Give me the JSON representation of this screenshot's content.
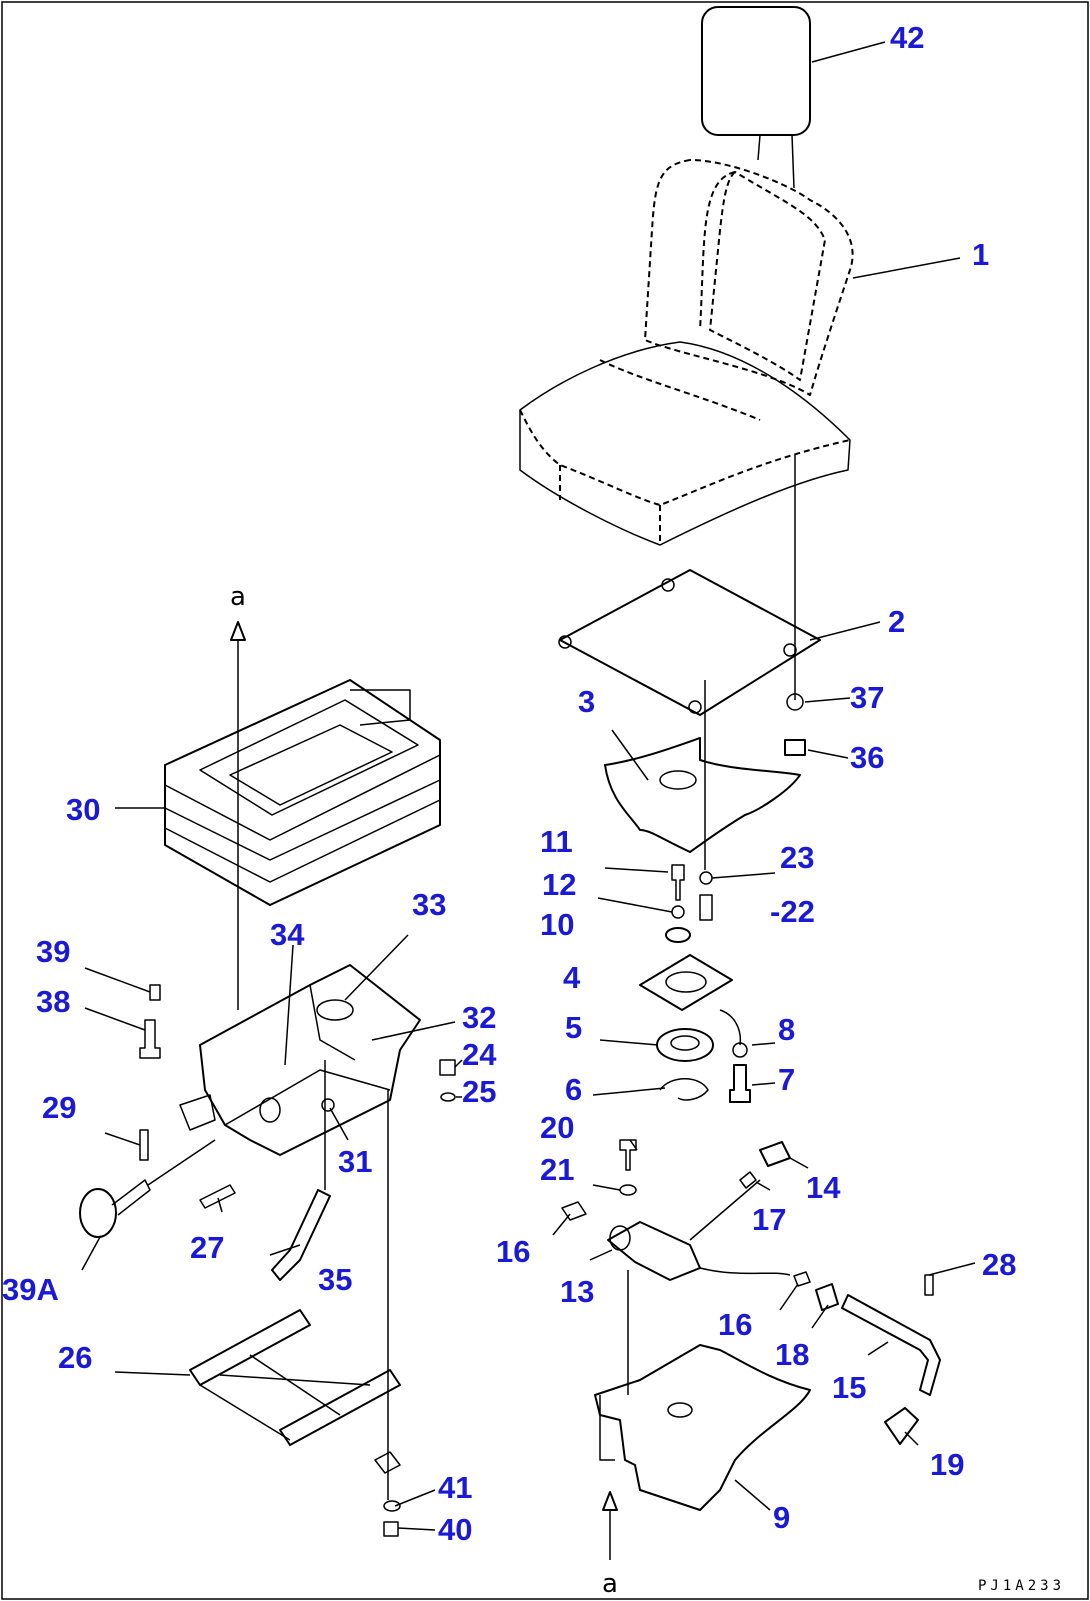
{
  "callouts": {
    "c1": "1",
    "c2": "2",
    "c3": "3",
    "c4": "4",
    "c5": "5",
    "c6": "6",
    "c7": "7",
    "c8": "8",
    "c9": "9",
    "c10": "10",
    "c11": "11",
    "c12": "12",
    "c13": "13",
    "c14": "14",
    "c15": "15",
    "c16a": "16",
    "c16b": "16",
    "c17": "17",
    "c18": "18",
    "c19": "19",
    "c20": "20",
    "c21": "21",
    "c22": "-22",
    "c23": "23",
    "c24": "24",
    "c25": "25",
    "c26": "26",
    "c27": "27",
    "c28": "28",
    "c29": "29",
    "c30": "30",
    "c31": "31",
    "c32": "32",
    "c33": "33",
    "c34": "34",
    "c35": "35",
    "c36": "36",
    "c37": "37",
    "c38": "38",
    "c39": "39",
    "c39a": "39A",
    "c40": "40",
    "c41": "41",
    "c42": "42"
  },
  "reference_marks": {
    "top": "a",
    "bottom": "a"
  },
  "drawing_code": "PJ1A233",
  "colors": {
    "callout": "#1a1ad6",
    "line": "#000000",
    "background": "#ffffff"
  }
}
